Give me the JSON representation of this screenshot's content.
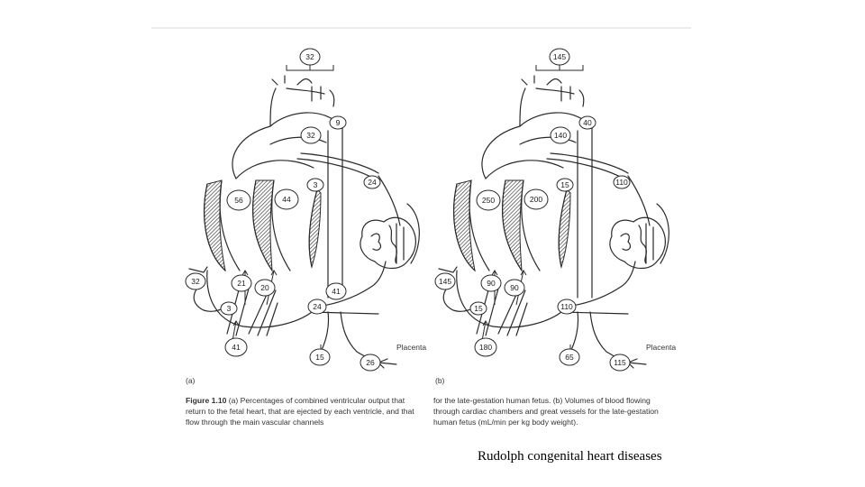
{
  "panel_a": {
    "label": "(a)",
    "placenta_label": "Placenta",
    "values": {
      "head_top": "32",
      "ductus_arch": "9",
      "aortic_isthmus": "32",
      "right_ventricle": "56",
      "left_ventricle": "44",
      "coronary": "3",
      "pulmonary_artery": "24",
      "svc": "32",
      "ductus_venosus_in": "21",
      "foramen_ovale": "20",
      "ivc_left": "3",
      "ivc": "41",
      "descending_aorta": "41",
      "umbilical_branch": "24",
      "lower_body": "15",
      "placenta_flow": "26"
    }
  },
  "panel_b": {
    "label": "(b)",
    "placenta_label": "Placenta",
    "values": {
      "head_top": "145",
      "ductus_arch": "40",
      "aortic_isthmus": "140",
      "right_ventricle": "250",
      "left_ventricle": "200",
      "coronary": "15",
      "pulmonary_artery": "110",
      "svc": "145",
      "ductus_venosus_in": "90",
      "foramen_ovale": "90",
      "ivc_left": "15",
      "ivc": "180",
      "umbilical_branch": "110",
      "lower_body": "65",
      "placenta_flow": "115"
    }
  },
  "caption": {
    "fig_label": "Figure 1.10",
    "left_text": "(a) Percentages of combined ventricular output that return to the fetal heart, that are ejected by each ventricle, and that flow through the main vascular channels",
    "right_text": "for the late-gestation human fetus. (b) Volumes of blood flowing through cardiac chambers and great vessels for the late-gestation human fetus (mL/min per kg body weight)."
  },
  "footer": {
    "credit": "Rudolph congenital heart diseases"
  },
  "colors": {
    "line": "#2a2a2a",
    "rule": "#d8d8d8"
  }
}
